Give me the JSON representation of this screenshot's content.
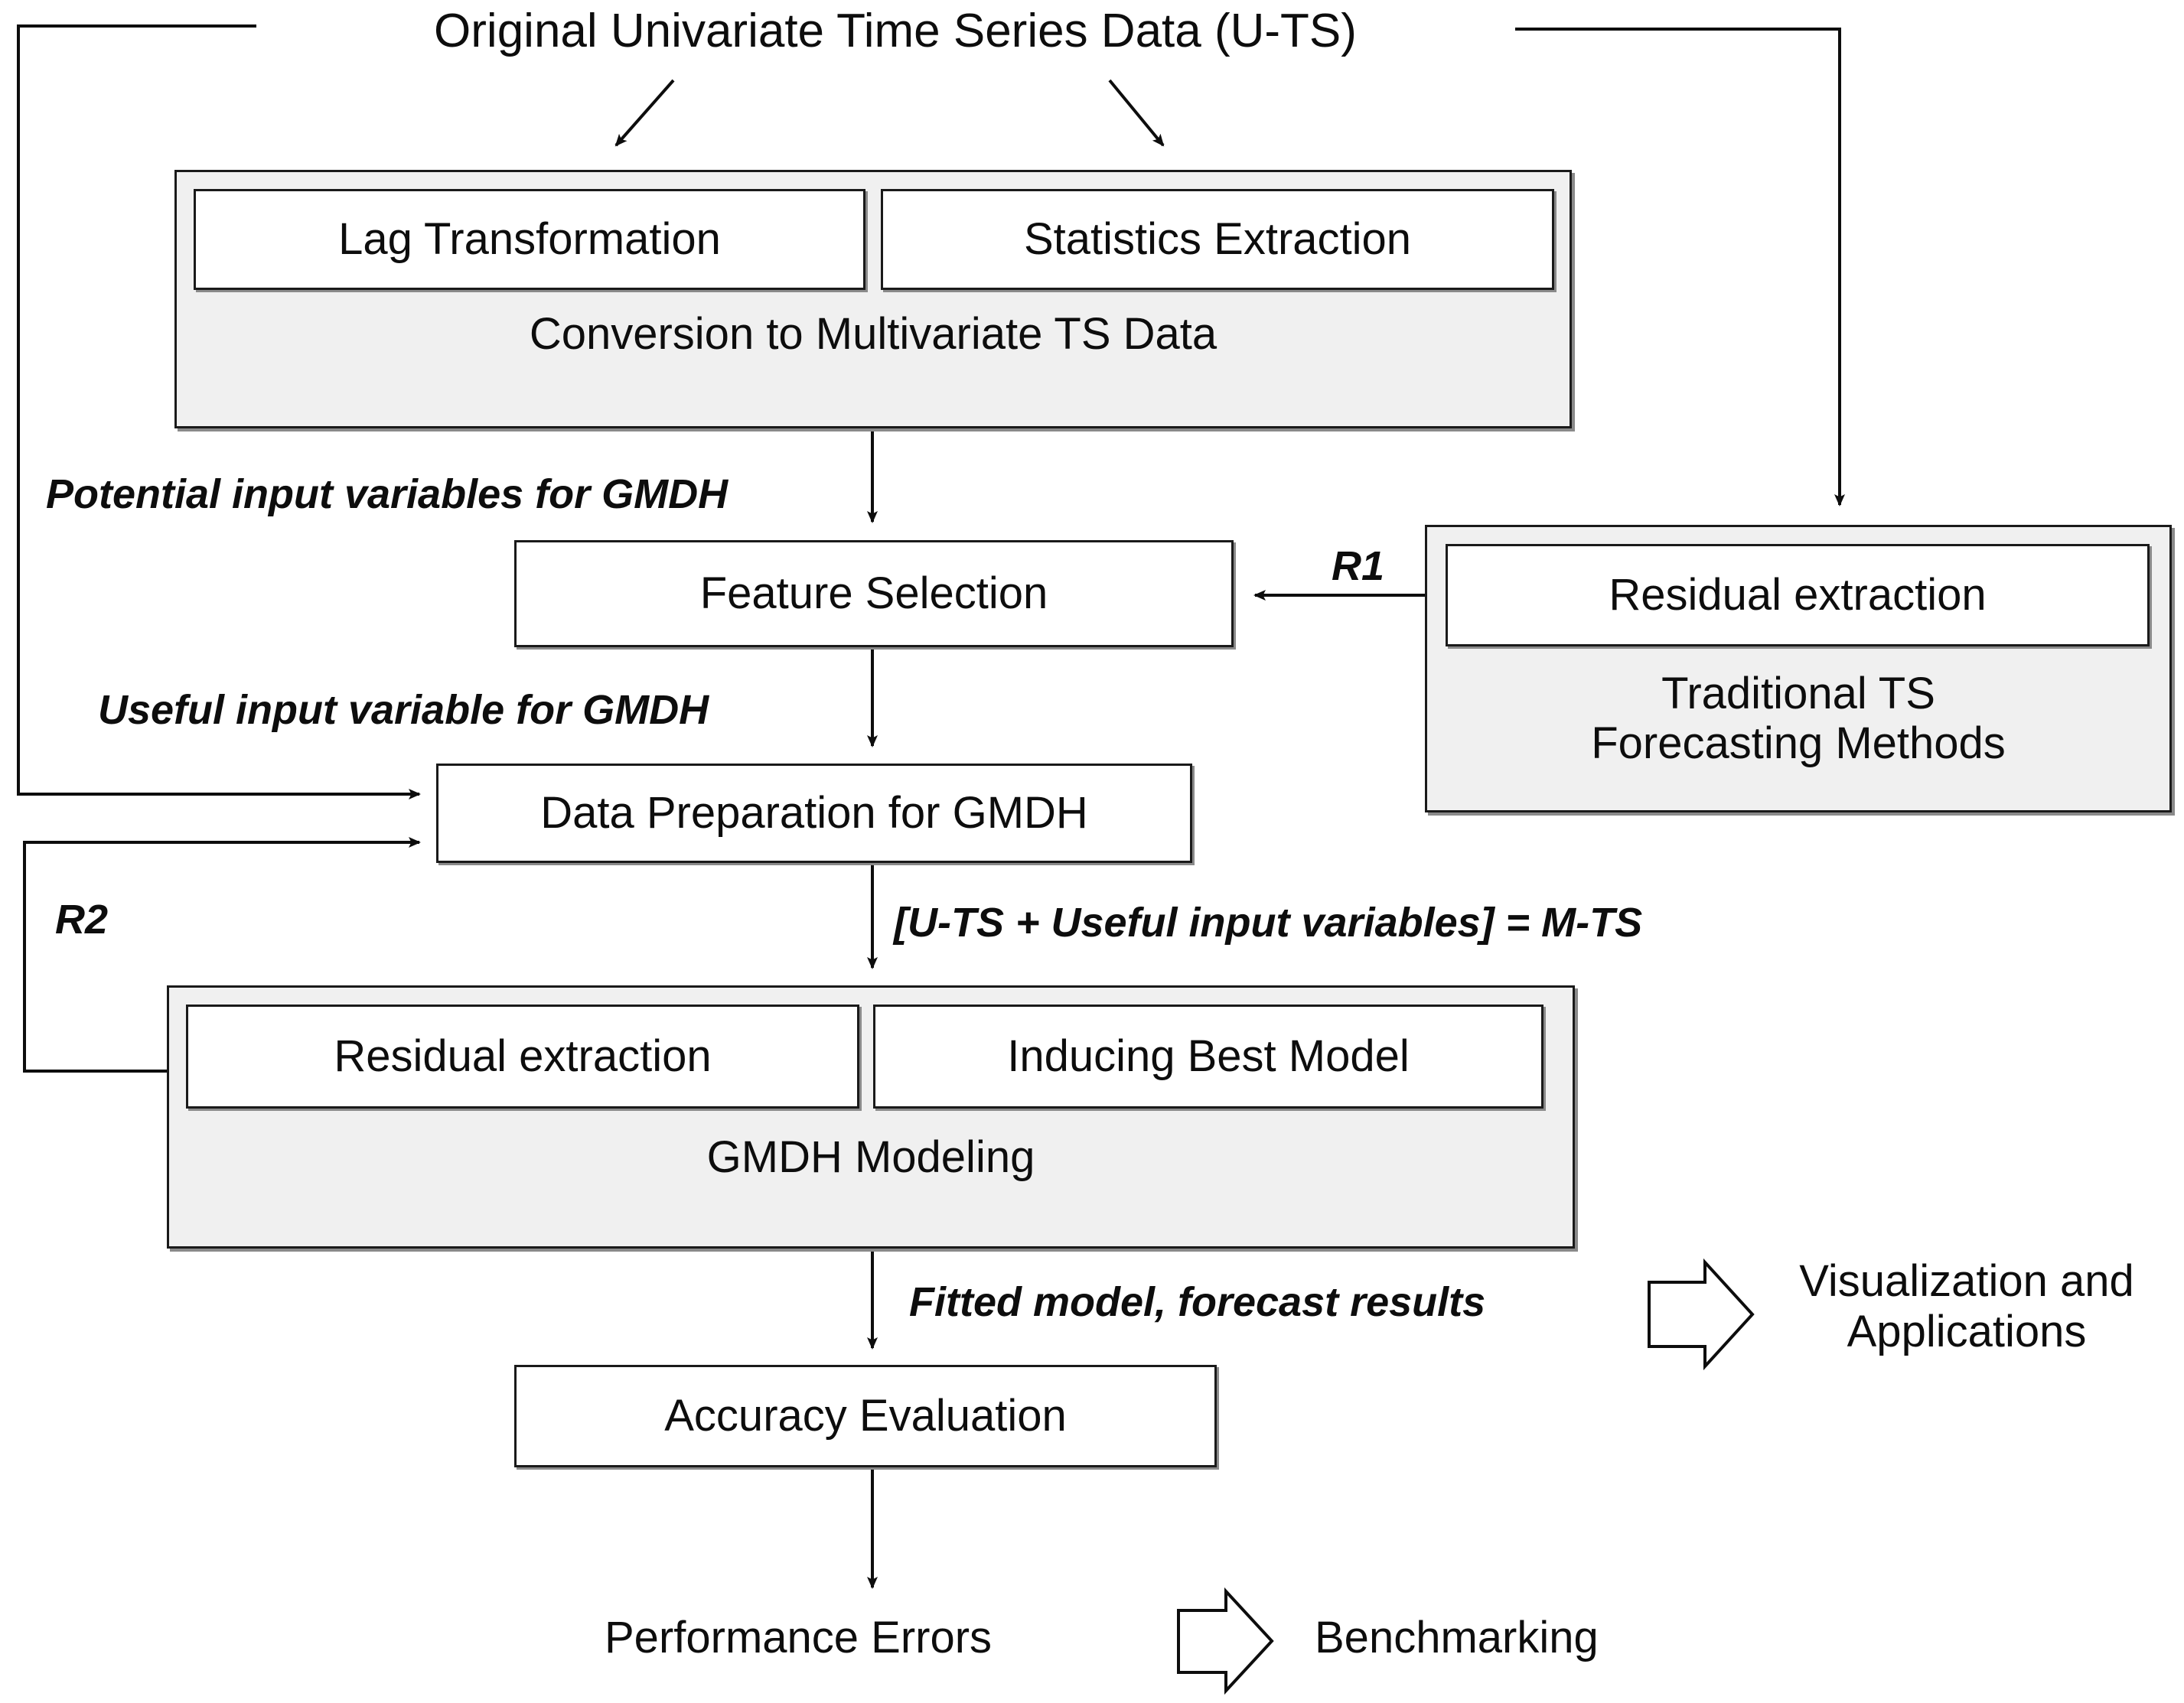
{
  "diagram": {
    "title": "Original Univariate Time Series Data (U-TS)",
    "nodes": {
      "conversion_group": {
        "label": "Conversion to Multivariate TS Data",
        "children": {
          "lag": "Lag Transformation",
          "stats": "Statistics Extraction"
        }
      },
      "feature_selection": "Feature Selection",
      "data_preparation": "Data Preparation for GMDH",
      "traditional_group": {
        "label": "Traditional TS\nForecasting Methods",
        "children": {
          "residual": "Residual extraction"
        }
      },
      "gmdh_group": {
        "label": "GMDH Modeling",
        "children": {
          "residual": "Residual extraction",
          "best_model": "Inducing Best Model"
        }
      },
      "accuracy_evaluation": "Accuracy Evaluation",
      "performance_errors": "Performance Errors",
      "benchmarking": "Benchmarking",
      "visualization": "Visualization and\nApplications"
    },
    "edge_labels": {
      "potential_inputs": "Potential input variables for GMDH",
      "useful_inputs": "Useful input variable for GMDH",
      "r1": "R1",
      "r2": "R2",
      "mts": "[U-TS + Useful input variables] = M-TS",
      "fitted_model": "Fitted model, forecast results"
    },
    "colors": {
      "stroke": "#1a1a1a",
      "group_fill": "#f0f0f0",
      "box_fill": "#ffffff",
      "shadow": "#8a8a8a",
      "text": "#0d0d0d"
    }
  }
}
